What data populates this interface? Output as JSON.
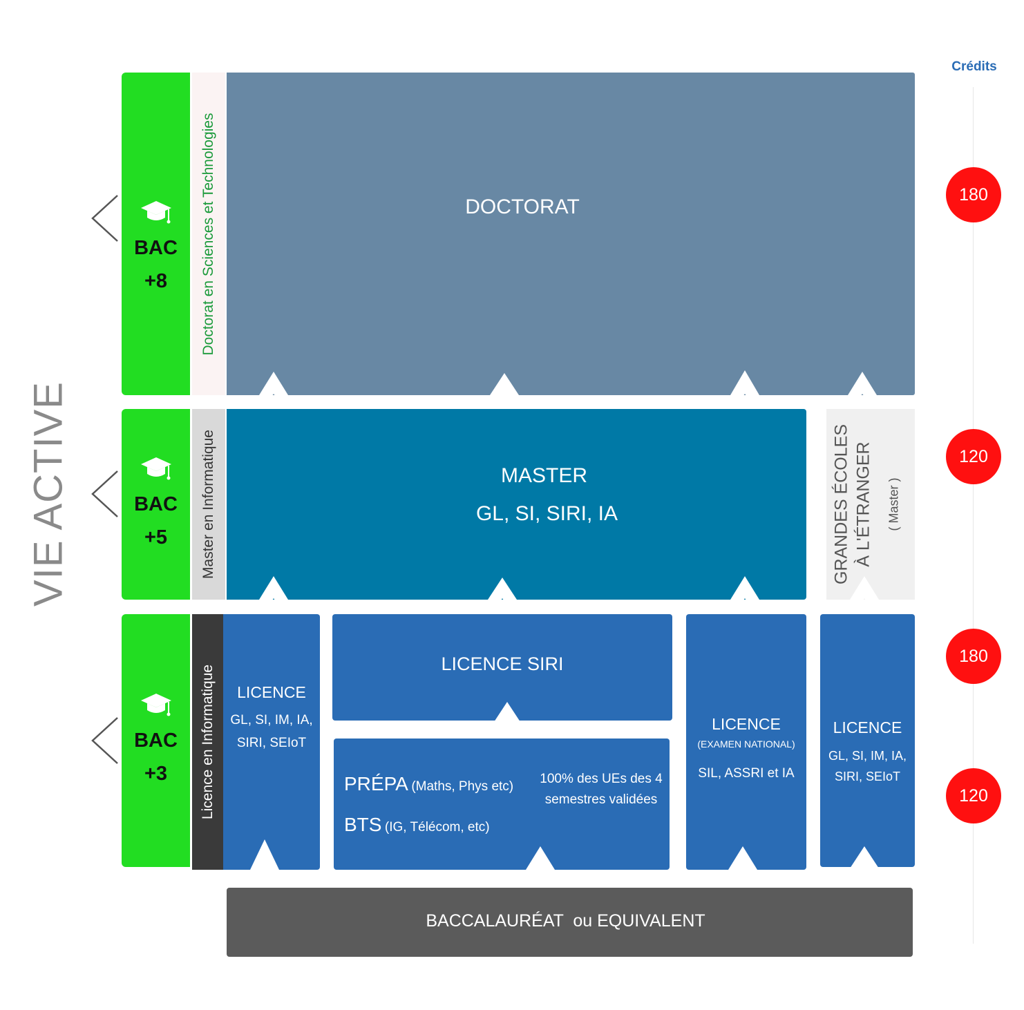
{
  "side_label": "VIE ACTIVE",
  "credits_title": "Crédits",
  "levels": [
    {
      "line1": "BAC",
      "line2": "+8",
      "program": "Doctorat en Sciences et Technologies"
    },
    {
      "line1": "BAC",
      "line2": "+5",
      "program": "Master en Informatique"
    },
    {
      "line1": "BAC",
      "line2": "+3",
      "program": "Licence en Informatique"
    }
  ],
  "doctorat": {
    "title": "DOCTORAT"
  },
  "master": {
    "title": "MASTER",
    "specialties": "GL, SI, SIRI, IA"
  },
  "grandes_ecoles": {
    "line1": "GRANDES ÉCOLES",
    "line2": "À L'ÉTRANGER",
    "line3": "( Master )"
  },
  "licence_main": {
    "title": "LICENCE",
    "line1": "GL, SI, IM, IA,",
    "line2": "SIRI, SEIoT"
  },
  "licence_siri": {
    "title": "LICENCE SIRI"
  },
  "prepa": {
    "prepa_label": "PRÉPA",
    "prepa_detail": "(Maths, Phys etc)",
    "bts_label": "BTS",
    "bts_detail": "(IG, Télécom, etc)",
    "note_line1": "100% des UEs des 4",
    "note_line2": "semestres validées"
  },
  "licence_exam": {
    "title": "LICENCE",
    "subtitle": "(EXAMEN NATIONAL)",
    "specialties": "SIL, ASSRI et IA"
  },
  "licence_abroad": {
    "title": "LICENCE",
    "line1": "GL, SI, IM, IA,",
    "line2": "SIRI, SEIoT"
  },
  "baccalaureat": {
    "title": "BACCALAURÉAT  ou EQUIVALENT"
  },
  "credit_badges": [
    "180",
    "120",
    "180",
    "120"
  ],
  "colors": {
    "level_green": "#22dd22",
    "doctorat": "#6888a4",
    "master": "#0079a6",
    "licence_blue": "#2a6cb5",
    "bac_grey": "#5b5b5b",
    "badge_red": "#ff1010"
  }
}
